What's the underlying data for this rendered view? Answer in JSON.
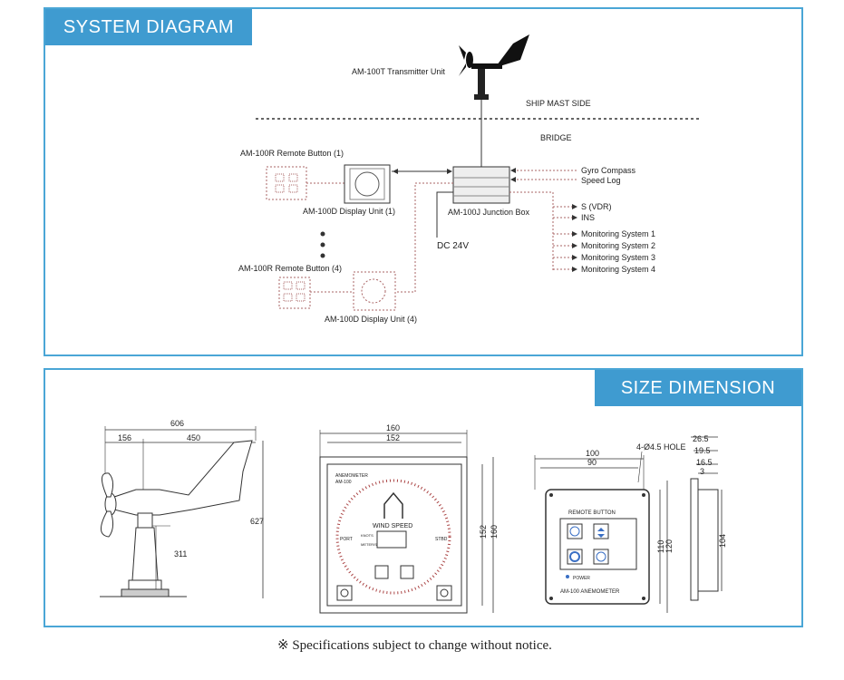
{
  "system": {
    "title": "SYSTEM DIAGRAM",
    "transmitter": "AM-100T Transmitter Unit",
    "mast_side": "SHIP MAST SIDE",
    "bridge": "BRIDGE",
    "remote_button_1": "AM-100R Remote Button (1)",
    "display_unit_1": "AM-100D  Display  Unit (1)",
    "remote_button_4": "AM-100R Remote Button (4)",
    "display_unit_4": "AM-100D  Display Unit (4)",
    "junction_box": "AM-100J Junction Box",
    "dc_power": "DC 24V",
    "inputs": [
      "Gyro Compass",
      "Speed Log"
    ],
    "outputs": [
      "S (VDR)",
      "INS",
      "Monitoring System 1",
      "Monitoring System 2",
      "Monitoring System 3",
      "Monitoring System 4"
    ]
  },
  "size": {
    "title": "SIZE DIMENSION",
    "transmitter_dims": [
      "606",
      "156",
      "450",
      "627",
      "311"
    ],
    "display_dims": [
      "160",
      "152",
      "152",
      "160"
    ],
    "display_face": {
      "brand": "ANEMOMETER",
      "model": "AM-100",
      "title": "WIND SPEED",
      "port": "PORT",
      "stbd": "STBD",
      "knots": "KNOTS",
      "meter": "METER/S"
    },
    "remote_dims": [
      "100",
      "90",
      "4-Ø4.5 HOLE",
      "110",
      "120"
    ],
    "remote_face": {
      "title": "REMOTE BUTTON",
      "power": "POWER",
      "footer": "AM-100 ANEMOMETER"
    },
    "side_dims": [
      "26.5",
      "19.5",
      "16.5",
      "3",
      "104"
    ]
  },
  "footnote": "※ Specifications subject to change without notice."
}
